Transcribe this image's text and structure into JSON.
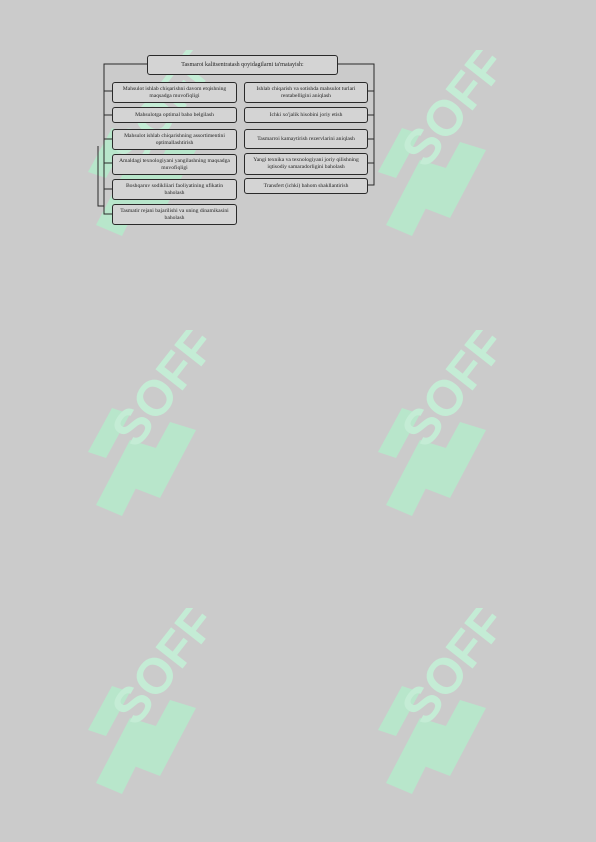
{
  "watermark": {
    "text": "SOFF",
    "icon": "logo-icon",
    "color": "#b9e8cc"
  },
  "diagram": {
    "top": "Tasmaroi kalitsentratash qoyidagilarni ta'rnatayish:",
    "left": [
      "Mahsulot ishlab chiqarishni davom etqishning maqsadga muvofiqligi",
      "Mahsulotga optimal baho belgilash",
      "Mahsulot ishlab chiqarishning assortimentini optimallashtirish",
      "Amaldagi texnologiyani yangilashning maqsadga muvofiqligi",
      "Boshqaruv sodikliiari faoliyatining ufikatin baholash",
      "Tasmatir rejani bajarilishi va uning dinamikasini baholash"
    ],
    "right": [
      "Ishlab chiqarish va sotishda mahsulot turlari rentabelligini aniqlash",
      "Ichki xo'jalik hisobini joriy etish",
      "Tasmarroi kamaytirish rezervlarini aniqlash",
      "Yangi texnika va texnologiyani joriy qilishning iqtisodiy samaradorligini baholash",
      "Transfert (ichki) bahom shakllantirish"
    ]
  }
}
